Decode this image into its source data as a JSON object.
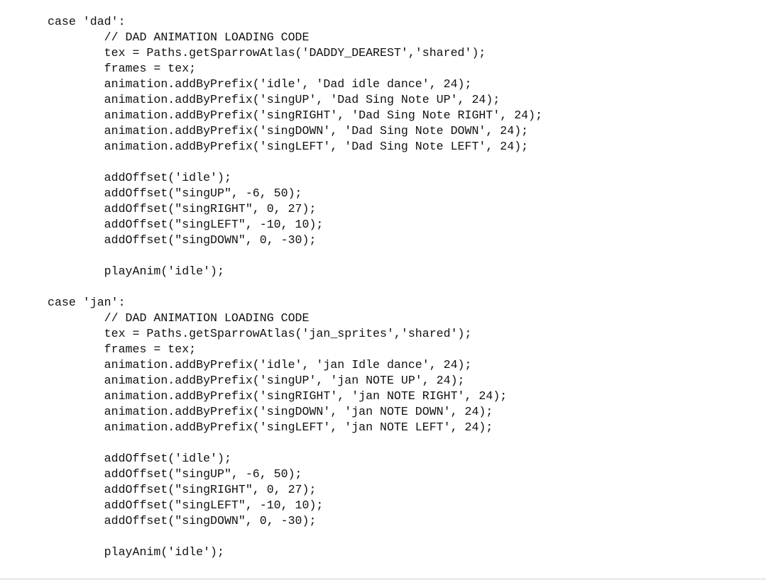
{
  "code": {
    "lines": [
      "case 'dad':",
      "        // DAD ANIMATION LOADING CODE",
      "        tex = Paths.getSparrowAtlas('DADDY_DEAREST','shared');",
      "        frames = tex;",
      "        animation.addByPrefix('idle', 'Dad idle dance', 24);",
      "        animation.addByPrefix('singUP', 'Dad Sing Note UP', 24);",
      "        animation.addByPrefix('singRIGHT', 'Dad Sing Note RIGHT', 24);",
      "        animation.addByPrefix('singDOWN', 'Dad Sing Note DOWN', 24);",
      "        animation.addByPrefix('singLEFT', 'Dad Sing Note LEFT', 24);",
      "",
      "        addOffset('idle');",
      "        addOffset(\"singUP\", -6, 50);",
      "        addOffset(\"singRIGHT\", 0, 27);",
      "        addOffset(\"singLEFT\", -10, 10);",
      "        addOffset(\"singDOWN\", 0, -30);",
      "",
      "        playAnim('idle');",
      "",
      "case 'jan':",
      "        // DAD ANIMATION LOADING CODE",
      "        tex = Paths.getSparrowAtlas('jan_sprites','shared');",
      "        frames = tex;",
      "        animation.addByPrefix('idle', 'jan Idle dance', 24);",
      "        animation.addByPrefix('singUP', 'jan NOTE UP', 24);",
      "        animation.addByPrefix('singRIGHT', 'jan NOTE RIGHT', 24);",
      "        animation.addByPrefix('singDOWN', 'jan NOTE DOWN', 24);",
      "        animation.addByPrefix('singLEFT', 'jan NOTE LEFT', 24);",
      "",
      "        addOffset('idle');",
      "        addOffset(\"singUP\", -6, 50);",
      "        addOffset(\"singRIGHT\", 0, 27);",
      "        addOffset(\"singLEFT\", -10, 10);",
      "        addOffset(\"singDOWN\", 0, -30);",
      "",
      "        playAnim('idle');"
    ]
  },
  "colors": {
    "text": "#111111",
    "background": "#ffffff",
    "bottom_strip": "#ececec"
  }
}
